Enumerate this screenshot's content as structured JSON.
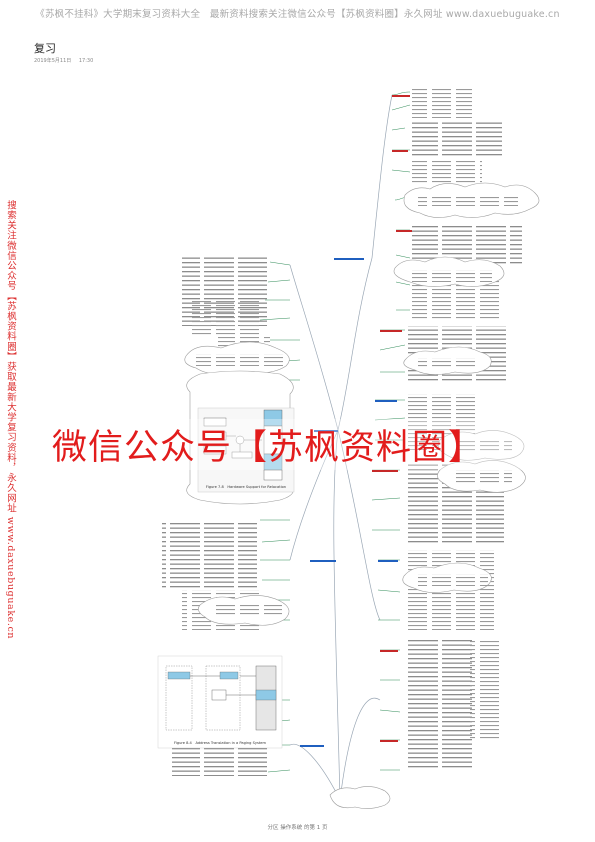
{
  "header": {
    "banner": "《苏枫不挂科》大学期末复习资料大全　最新资料搜索关注微信公众号【苏枫资料圈】永久网址 www.daxuebuguake.cn"
  },
  "document": {
    "title": "复习",
    "date": "2019年5月11日",
    "time": "17:30"
  },
  "side_banner": {
    "text": "搜索关注微信公众号【苏枫资料圈】获取最新大学复习资料，永久网址 www.daxuebuguake.cn"
  },
  "watermark": {
    "text": "微信公众号【苏枫资料圈】"
  },
  "figures": [
    {
      "caption": "Figure 7.8　Hardware Support for Relocation"
    },
    {
      "caption": "Figure 8.4　Address Translation in a Paging System"
    }
  ],
  "footer": {
    "text": "分区 操作系统 的第 1 页"
  },
  "colors": {
    "banner_text": "#a9a9a9",
    "watermark": "#e21c1c",
    "side_text": "#dd3333",
    "branch": "#2e8b57",
    "node_red": "#c62828",
    "node_blue": "#1f5fbf"
  }
}
